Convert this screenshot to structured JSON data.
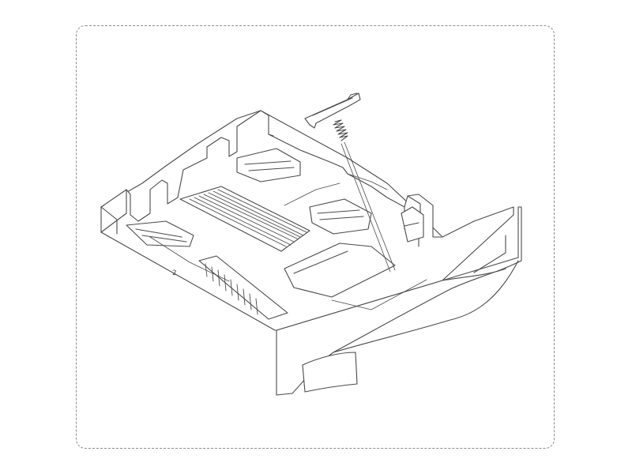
{
  "diagram": {
    "parts": [
      "paper-tray",
      "pickup-pad-holder",
      "pickup-spring",
      "callout-leader-line"
    ],
    "tray_marking": "2",
    "colors": {
      "line": "#4a4a4a",
      "frame": "#8c8c8c",
      "background": "#ffffff"
    }
  }
}
